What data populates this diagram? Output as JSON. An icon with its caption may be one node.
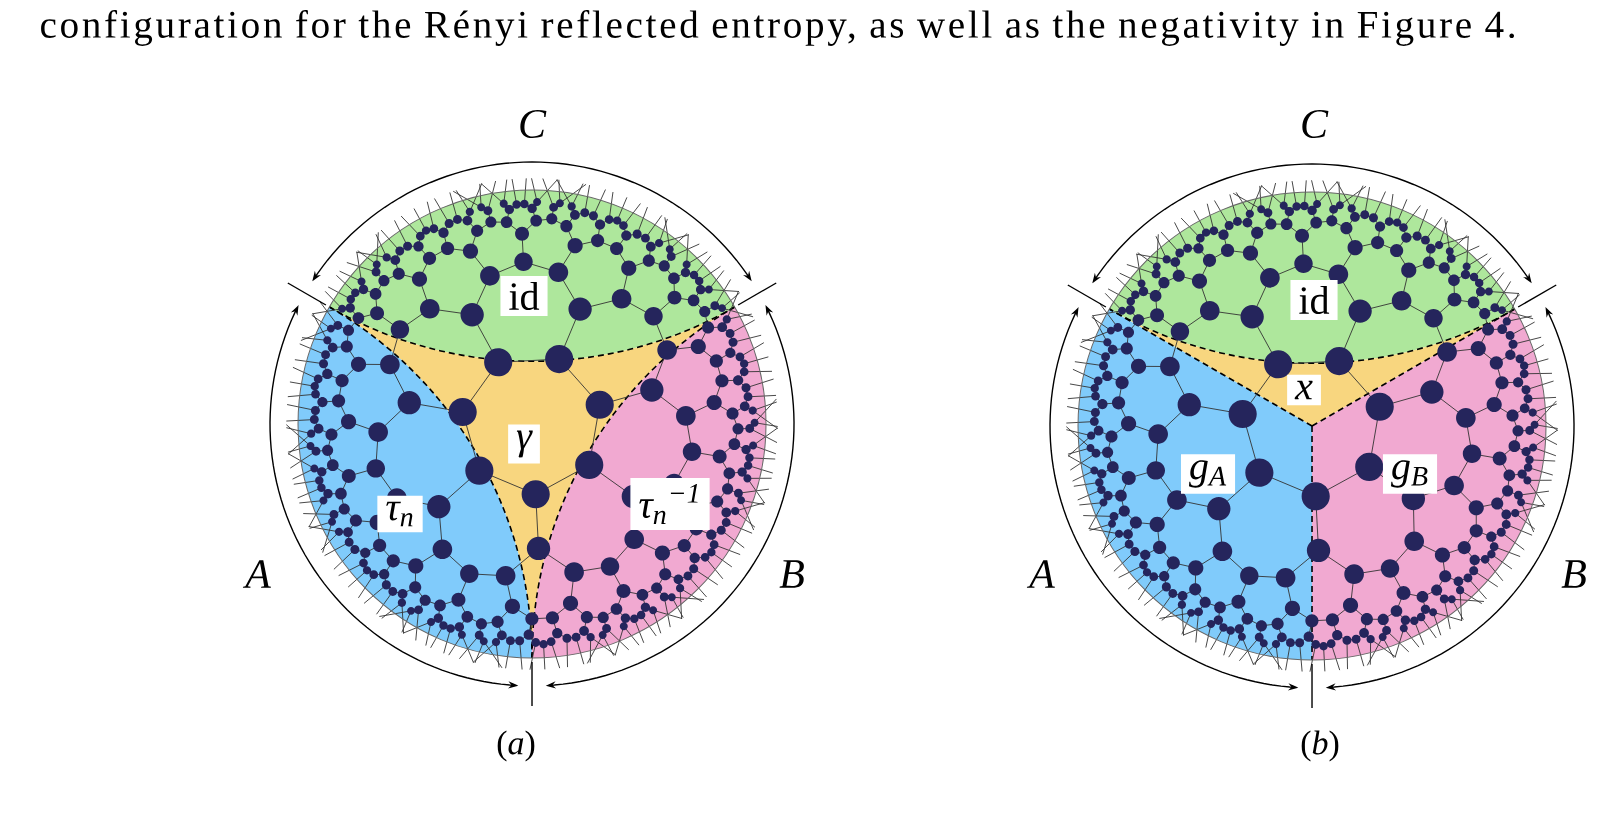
{
  "diagram": {
    "nodes": [
      {
        "text": [
          "id"
        ]
      },
      {
        "text": [
          "γ"
        ]
      },
      {
        "text": [
          "τ$_{n}$"
        ]
      },
      {
        "text": [
          "τ$_{n}$$^{−1}$"
        ]
      },
      {
        "text": [
          "id"
        ]
      },
      {
        "text": [
          "x"
        ]
      },
      {
        "text": [
          "g$_{A}$"
        ]
      },
      {
        "text": [
          "g$_{B}$"
        ]
      }
    ],
    "labels": [
      "configuration for the Rényi reflected entropy, as well as the negativity in Figure 4.",
      "C",
      "A",
      "B",
      "(*a*)",
      "C",
      "A",
      "B",
      "(*b*)"
    ]
  }
}
